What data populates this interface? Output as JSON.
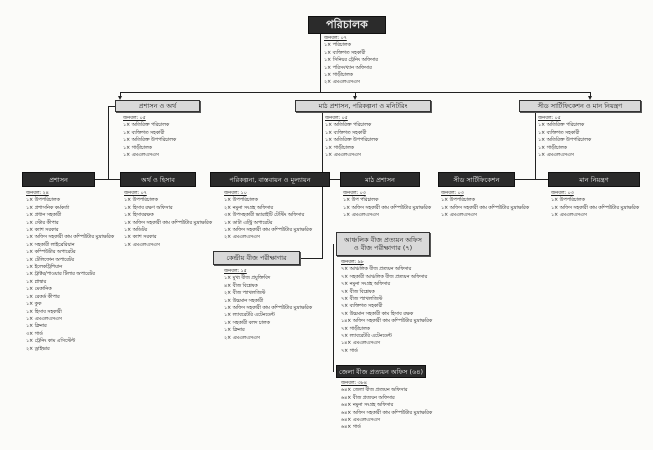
{
  "nodes": {
    "director": {
      "title": "পরিচালক",
      "staff_label": "জনবল: ০৭",
      "staff": [
        "১× পরিচালক",
        "১× ব্যক্তিগত সহকারী",
        "১× সিনিয়র ট্রেনিং অফিসার",
        "১× পরিসংখ্যান অফিসার",
        "১× গাড়ীচালক",
        "২× এমএলএসএস"
      ]
    },
    "admin_finance": {
      "title": "প্রশাসন ও অর্থ",
      "staff_label": "জনবল: ০৫",
      "staff": [
        "১× অতিরিক্ত পরিচালক",
        "১× ব্যক্তিগত সহকারী",
        "১× অতিরিক্ত উপপরিচালক",
        "১× গাড়ীচালক",
        "১× এমএলএসএস"
      ]
    },
    "field_planning": {
      "title": "মাঠ প্রশাসন, পরিকল্পনা ও মনিটরিং",
      "staff_label": "জনবল: ০৫",
      "staff": [
        "১× অতিরিক্ত পরিচালক",
        "১× ব্যক্তিগত সহকারী",
        "১× অতিরিক্ত উপপরিচালক",
        "১× গাড়ীচালক",
        "১× এমএলএসএস"
      ]
    },
    "cert_quality": {
      "title": "সীড সার্টিফিকেশন ও মান নিয়ন্ত্রণ",
      "staff_label": "জনবল: ০৫",
      "staff": [
        "১× অতিরিক্ত পরিচালক",
        "১× ব্যক্তিগত সহকারী",
        "১× অতিরিক্ত উপপরিচালক",
        "১× গাড়ীচালক",
        "১× এমএলএসএস"
      ]
    },
    "administration": {
      "title": "প্রশাসন",
      "staff_label": "জনবল: ২৪",
      "staff": [
        "১× উপপরিচালক",
        "১× প্রশাসনিক কর্মকর্তা",
        "১× প্রধান সহকারী",
        "১× স্টোর কীপার",
        "১× ক্যাশ সরকার",
        "১× অফিস সহকারী কাম কম্পিউটার মুদ্রাক্ষরিক",
        "১× সহকারী লাইব্রেরিয়ান",
        "১× কম্পিউটার অপারেটর",
        "১× টেলিফোন অপারেটর",
        "১× ইলেকট্রিশিয়ান",
        "১× ট্রাক্টর/পাওয়ার টিলার অপারেটর",
        "১× প্লাম্বার",
        "১× মেকানিক",
        "১× রেকর্ড কীপার",
        "১× কুক",
        "১× হিসাব সহকারী",
        "১× এমএলএসএস",
        "১× ক্লিনার",
        "৩× গার্ড",
        "১× ট্রেনিং কাম এসিস্টেন্ট",
        "২× ড্রাইভার"
      ]
    },
    "accounts": {
      "title": "অর্থ ও হিসাব",
      "staff_label": "জনবল: ০৭",
      "staff": [
        "১× উপপরিচালক",
        "১× হিসাব রক্ষণ অফিসার",
        "১× হিসাবরক্ষক",
        "১× অফিস সহকারী কাম কম্পিউটার মুদ্রাক্ষরিক",
        "১× অডিটর",
        "১× ক্যাশ সরকার",
        "১× এমএলএসএস"
      ]
    },
    "planning": {
      "title": "পরিকল্পনা, বাস্তবায়ন ও মূল্যায়ন",
      "staff_label": "জনবল: ১০",
      "staff": [
        "১× উপপরিচালক",
        "২× নমুনা সংগ্রহ অফিসার",
        "৩× উপসহকারী ভ্যারাইটি টেস্টিং অফিসার",
        "১× ডাটা এন্ট্রি অপারেটর",
        "১× অফিস সহকারী কাম কম্পিউটার মুদ্রাক্ষরিক",
        "২× এমএলএসএস"
      ]
    },
    "central_lab": {
      "title": "কেন্দ্রীয় বীজ পরীক্ষাগার",
      "staff_label": "জনবল: ১৫",
      "staff": [
        "১× মুখ্য বীজ প্রযুক্তিবিদ",
        "৪× বীজ বিশ্লেষক",
        "২× বীজ প্যাথলজিস্ট",
        "১× উচ্চমান সহকারী",
        "১× অফিস সহকারী কাম কম্পিউটার মুদ্রাক্ষরিক",
        "১× ল্যাবরেটরি এটেনডেন্ট",
        "১× সহকারী বলদ চালক",
        "১× ক্লিনার",
        "২× এমএলএসএস"
      ]
    },
    "field_admin": {
      "title": "মাঠ প্রশাসন",
      "staff_label": "জনবল: ০৩",
      "staff": [
        "১× উপ পরিচালক",
        "১× অফিস সহকারী কাম কম্পিউটার মুদ্রাক্ষরিক",
        "১× এমএলএসএস"
      ]
    },
    "regional": {
      "title": "আঞ্চলিক বীজ প্রত্যয়ন অফিস ও বীজ পরীক্ষাগার (৭)",
      "staff_label": "জনবল: ৯৮",
      "staff": [
        "৭× আঞ্চলিক বীজ প্রত্যয়ন অফিসার",
        "৭× সহকারী আঞ্চলিক বীজ প্রত্যয়ন অফিসার",
        "৭× নমুনা সংগ্রহ অফিসার",
        "৭× বীজ বিশ্লেষক",
        "৭× বীজ প্যাথলজিস্ট",
        "৭× ব্যক্তিগত সহকারী",
        "৭× উচ্চমান সহকারী কাম হিসাব রক্ষক",
        "১৪× অফিস সহকারী কাম কম্পিউটার মুদ্রাক্ষরিক",
        "৭× গাড়ীচালক",
        "৭× ল্যাবরেটরি এটেনডেন্ট",
        "১৪× এমএলএসএস",
        "৭× গার্ড"
      ]
    },
    "district": {
      "title": "জেলা বীজ প্রত্যয়ন অফিস (৬৪)",
      "staff_label": "জনবল: ৩৮৪",
      "staff": [
        "৬৪× জেলা বীজ প্রত্যয়ন অফিসার",
        "৬৪× বীজ প্রত্যয়ন অফিসার",
        "৬৪× নমুনা সংগ্রহ অফিসার",
        "৬৪× অফিস সহকারী কাম কম্পিউটার মুদ্রাক্ষরিক",
        "৬৪× এমএলএসএস",
        "৬৪× গার্ড"
      ]
    },
    "certification": {
      "title": "সীড সার্টিফিকেশন",
      "staff_label": "জনবল: ০৩",
      "staff": [
        "১× উপপরিচালক",
        "১× অফিস সহকারী কাম কম্পিউটার মুদ্রাক্ষরিক",
        "১× এমএলএসএস"
      ]
    },
    "quality": {
      "title": "মান নিয়ন্ত্রণ",
      "staff_label": "জনবল: ০৩",
      "staff": [
        "১× উপপরিচালক",
        "১× অফিস সহকারী কাম কম্পিউটার মুদ্রাক্ষরিক",
        "১× এমএলএসএস"
      ]
    }
  }
}
